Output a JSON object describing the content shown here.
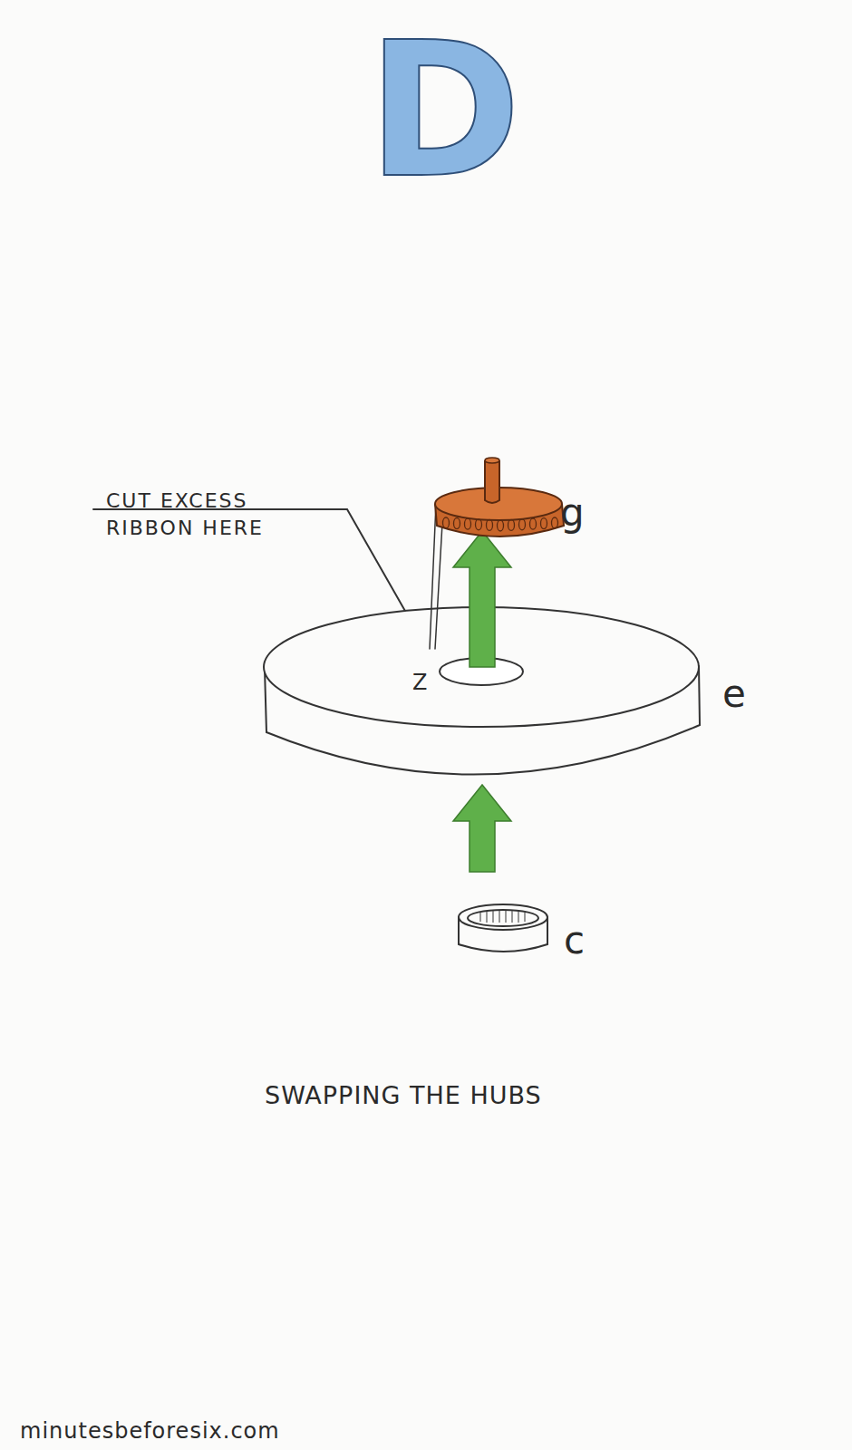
{
  "diagram": {
    "title": "D",
    "caption": "SWAPPING THE HUBS",
    "labels": [
      "CUT EXCESS RIBBON HERE",
      "g",
      "Z",
      "e",
      "c",
      "minutesbeforesix.com"
    ]
  }
}
